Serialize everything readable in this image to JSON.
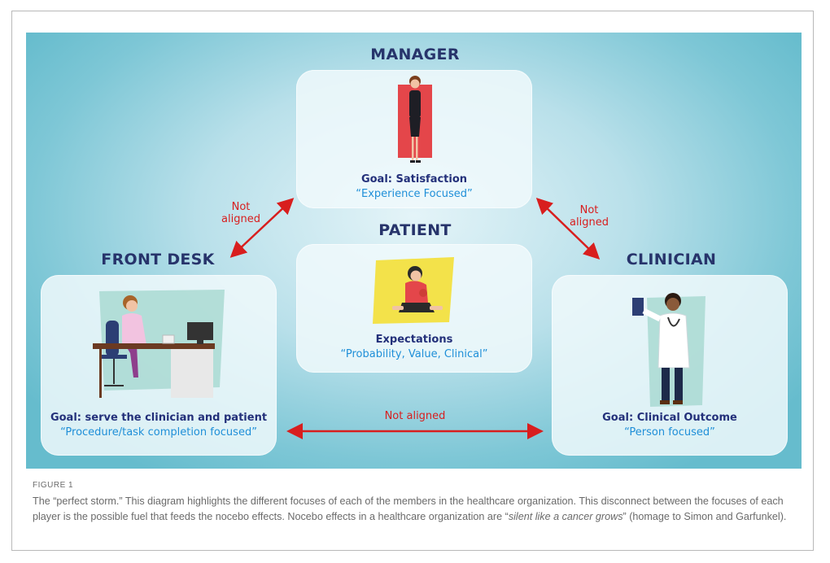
{
  "roles": {
    "manager": "MANAGER",
    "patient": "PATIENT",
    "front_desk": "FRONT DESK",
    "clinician": "CLINICIAN"
  },
  "cards": {
    "manager": {
      "goal": "Goal: Satisfaction",
      "focus": "“Experience Focused”"
    },
    "patient": {
      "goal": "Expectations",
      "focus": "“Probability, Value, Clinical”"
    },
    "front_desk": {
      "goal": "Goal: serve the clinician and patient",
      "focus": "“Procedure/task completion focused”"
    },
    "clinician": {
      "goal": "Goal: Clinical Outcome",
      "focus": "“Person focused”"
    }
  },
  "not_aligned": {
    "left_l1": "Not",
    "left_l2": "aligned",
    "right_l1": "Not",
    "right_l2": "aligned",
    "bottom": "Not aligned"
  },
  "colors": {
    "arrow": "#d81e1e",
    "role_text": "#27346b",
    "goal_text": "#23307a",
    "focus_text": "#1f8fd8"
  },
  "caption": {
    "label": "FIGURE 1",
    "text_before": "The “perfect storm.” This diagram highlights the different focuses of each of the members in the healthcare organization. This disconnect between the focuses of each player is the possible fuel that feeds the nocebo effects. Nocebo effects in a healthcare organization are “",
    "text_italic": "silent like a cancer grows",
    "text_after": "” (homage to Simon and Garfunkel)."
  }
}
